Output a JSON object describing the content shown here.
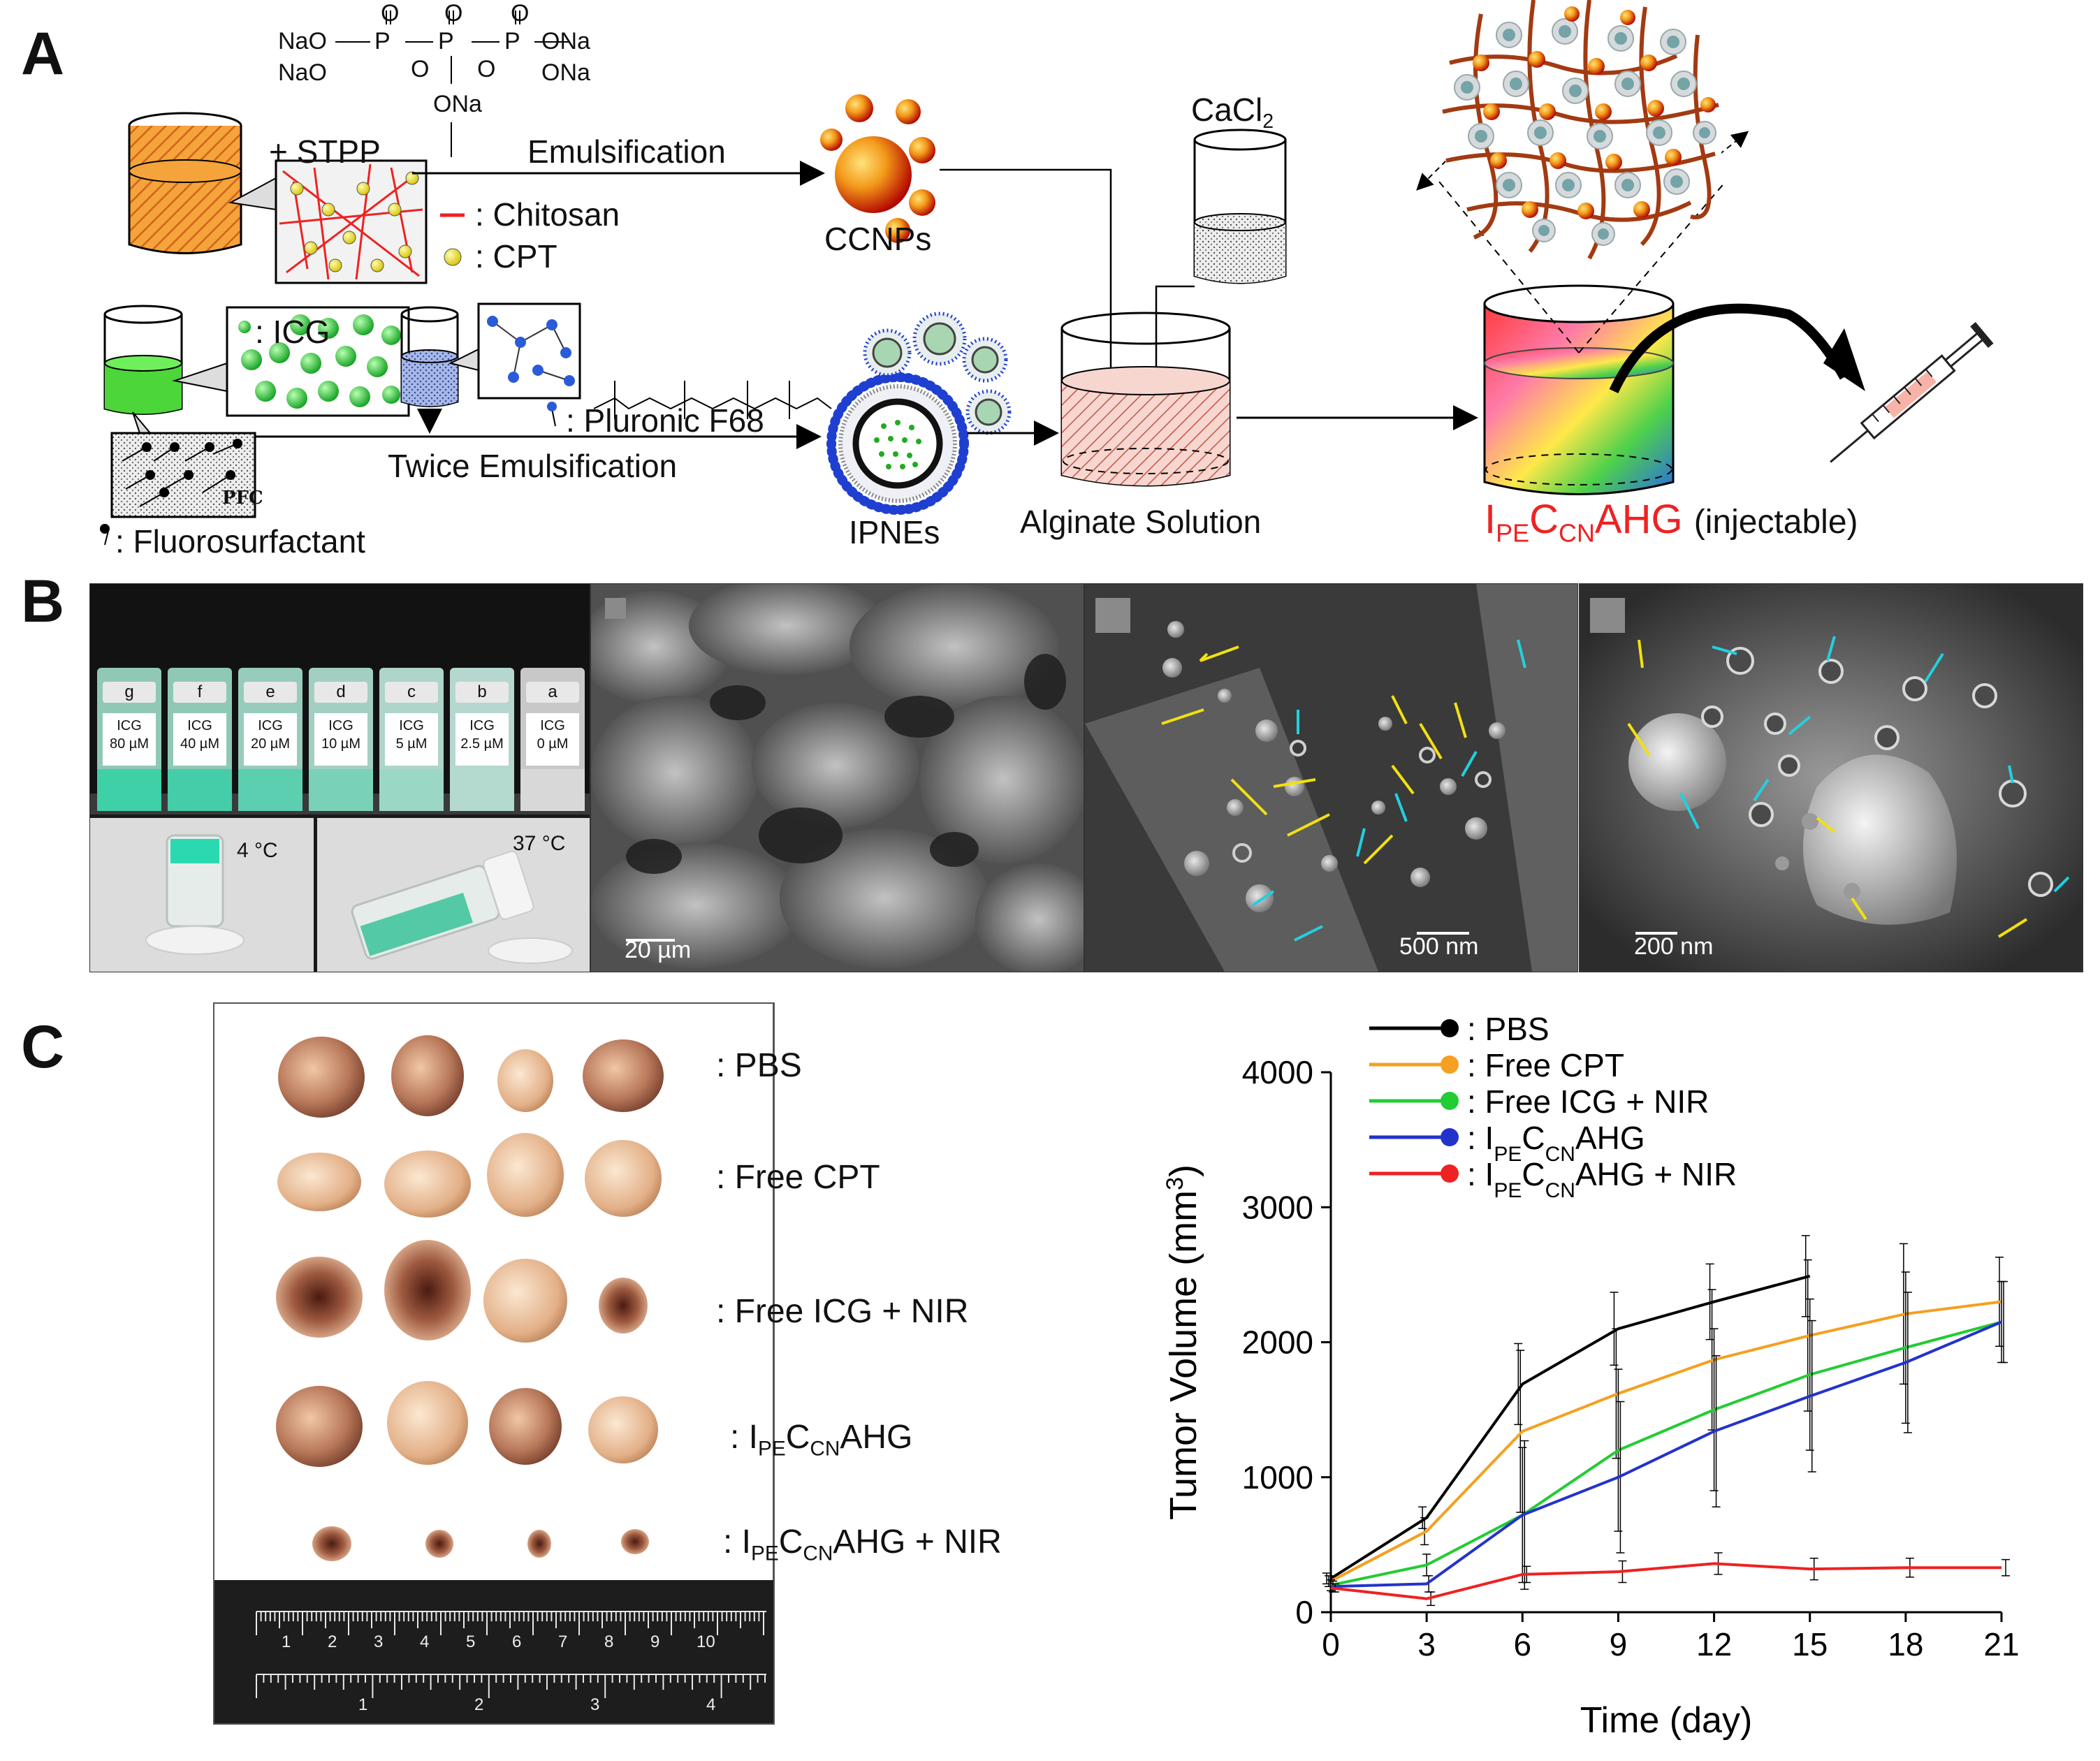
{
  "panels": {
    "a": "A",
    "b": "B",
    "c": "C"
  },
  "schematic": {
    "stpp_formula": {
      "nao1": "NaO",
      "nao2": "NaO",
      "ona1": "ONa",
      "ona2": "ONa",
      "ona3": "ONa",
      "p": "P",
      "o": "O"
    },
    "add_stpp": "+ STPP",
    "emulsification": "Emulsification",
    "chitosan_legend": ": Chitosan",
    "cpt_legend": ": CPT",
    "ccnps": "CCNPs",
    "cacl2_main": "CaCl",
    "cacl2_sub": "2",
    "icg_legend": ": ICG",
    "pluronic_legend": ": Pluronic F68",
    "pfc": "PFC",
    "fluorosurfactant": ": Fluorosurfactant",
    "twice_emulsification": "Twice Emulsification",
    "ipnes": "IPNEs",
    "alginate_solution": "Alginate Solution",
    "product_i": "I",
    "product_pe": "PE",
    "product_c": "C",
    "product_cn": "CN",
    "product_ahg": "AHG",
    "product_note": "(injectable)"
  },
  "panel_b": {
    "vial_letters": [
      "g",
      "f",
      "e",
      "d",
      "c",
      "b",
      "a"
    ],
    "vial_labels": [
      [
        "ICG",
        "80 µM"
      ],
      [
        "ICG",
        "40 µM"
      ],
      [
        "ICG",
        "20 µM"
      ],
      [
        "ICG",
        "10 µM"
      ],
      [
        "ICG",
        "5 µM"
      ],
      [
        "ICG",
        "2.5 µM"
      ],
      [
        "ICG",
        "0 µM"
      ]
    ],
    "temp_cold": "4 °C",
    "temp_warm": "37 °C",
    "scale_1": "20 µm",
    "scale_2": "500 nm",
    "scale_3": "200 nm"
  },
  "panel_c_photo": {
    "rows": [
      {
        "prefix": ": PBS"
      },
      {
        "prefix": ": Free CPT"
      },
      {
        "prefix": ": Free ICG + NIR"
      },
      {
        "prefix": ": I",
        "sub1": "PE",
        "mid": "C",
        "sub2": "CN",
        "suffix": "AHG"
      },
      {
        "prefix": ": I",
        "sub1": "PE",
        "mid": "C",
        "sub2": "CN",
        "suffix": "AHG + NIR"
      }
    ],
    "ruler_top": [
      "1",
      "2",
      "3",
      "4",
      "5",
      "6",
      "7",
      "8",
      "9",
      "10"
    ],
    "ruler_bottom": [
      "1",
      "2",
      "3",
      "4"
    ]
  },
  "chart_data": {
    "type": "line",
    "xlabel": "Time (day)",
    "ylabel_main": "Tumor Volume (mm",
    "ylabel_sup": "3",
    "ylabel_tail": ")",
    "xlim": [
      0,
      21
    ],
    "ylim": [
      0,
      4000
    ],
    "xticks": [
      0,
      3,
      6,
      9,
      12,
      15,
      18,
      21
    ],
    "yticks": [
      0,
      1000,
      2000,
      3000,
      4000
    ],
    "legend_position": "top",
    "series": [
      {
        "name": ": PBS",
        "color": "#000000",
        "x": [
          0,
          3,
          6,
          9,
          12,
          15
        ],
        "y": [
          250,
          700,
          1690,
          2100,
          2300,
          2490
        ],
        "err": [
          40,
          80,
          300,
          270,
          280,
          300
        ]
      },
      {
        "name": ": Free CPT",
        "color": "#f5a020",
        "x": [
          0,
          3,
          6,
          9,
          12,
          15,
          18,
          21
        ],
        "y": [
          230,
          600,
          1340,
          1620,
          1870,
          2050,
          2210,
          2300
        ],
        "err": [
          40,
          100,
          600,
          480,
          520,
          560,
          520,
          330
        ]
      },
      {
        "name": ": Free ICG + NIR",
        "color": "#22cc33",
        "x": [
          0,
          3,
          6,
          9,
          12,
          15,
          18,
          21
        ],
        "y": [
          200,
          350,
          720,
          1200,
          1500,
          1760,
          1960,
          2150
        ],
        "err": [
          40,
          80,
          500,
          600,
          600,
          560,
          560,
          300
        ]
      },
      {
        "name_parts": [
          ": I",
          "PE",
          "C",
          "CN",
          "AHG"
        ],
        "color": "#2233cc",
        "x": [
          0,
          3,
          6,
          9,
          12,
          15,
          18,
          21
        ],
        "y": [
          190,
          210,
          720,
          1000,
          1340,
          1600,
          1850,
          2150
        ],
        "err": [
          40,
          60,
          550,
          560,
          560,
          560,
          520,
          300
        ]
      },
      {
        "name_parts": [
          ": I",
          "PE",
          "C",
          "CN",
          "AHG + NIR"
        ],
        "color": "#ee2222",
        "x": [
          0,
          3,
          6,
          9,
          12,
          15,
          18,
          21
        ],
        "y": [
          180,
          100,
          280,
          300,
          360,
          320,
          330,
          330
        ],
        "err": [
          30,
          50,
          60,
          80,
          80,
          80,
          70,
          60
        ]
      }
    ]
  }
}
